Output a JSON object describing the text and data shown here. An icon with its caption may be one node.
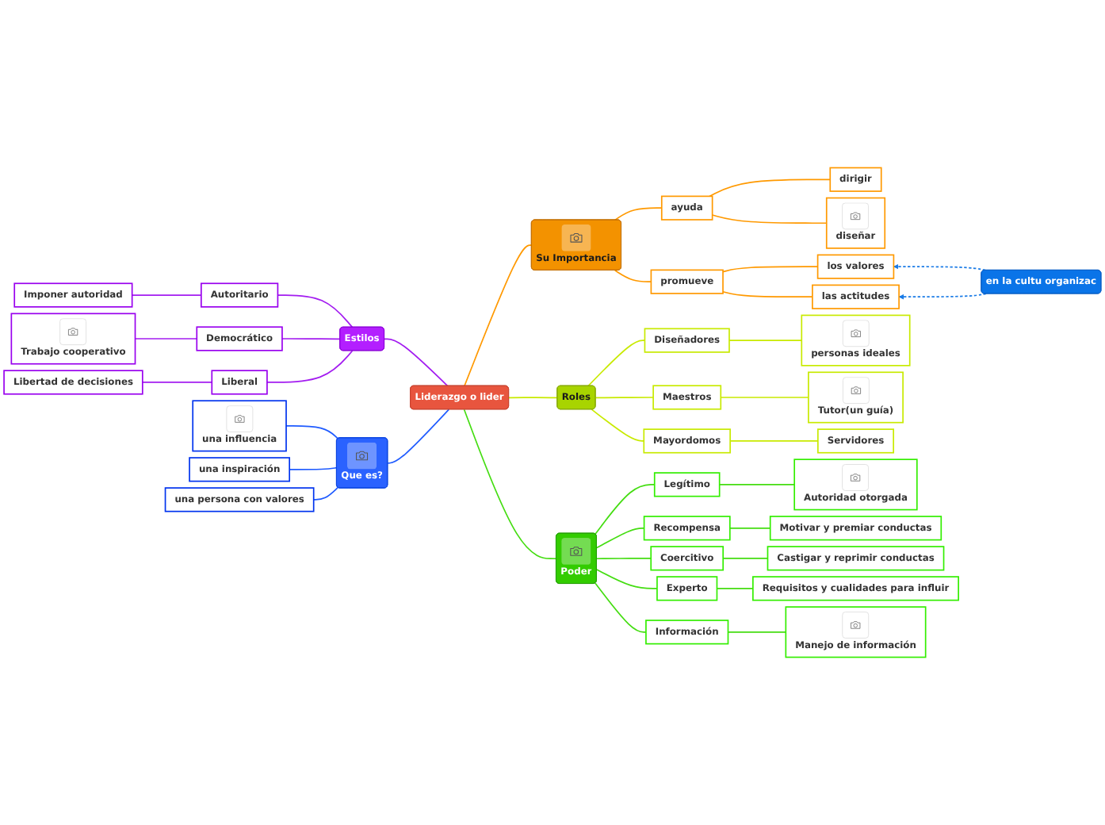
{
  "diagram": {
    "nodes": [
      {
        "text": [
          "Liderazgo o lider"
        ]
      },
      {
        "text": [
          "Su Importancia"
        ]
      },
      {
        "text": [
          "ayuda"
        ]
      },
      {
        "text": [
          "dirigir"
        ]
      },
      {
        "text": [
          "diseñar"
        ]
      },
      {
        "text": [
          "promueve"
        ]
      },
      {
        "text": [
          "los valores"
        ]
      },
      {
        "text": [
          "las actitudes"
        ]
      },
      {
        "text": [
          "en la cultu organizac"
        ]
      },
      {
        "text": [
          "Roles"
        ]
      },
      {
        "text": [
          "Diseñadores"
        ]
      },
      {
        "text": [
          "personas ideales"
        ]
      },
      {
        "text": [
          "Maestros"
        ]
      },
      {
        "text": [
          "Tutor(un guía)"
        ]
      },
      {
        "text": [
          "Mayordomos"
        ]
      },
      {
        "text": [
          "Servidores"
        ]
      },
      {
        "text": [
          "Poder"
        ]
      },
      {
        "text": [
          "Legítimo"
        ]
      },
      {
        "text": [
          "Autoridad otorgada"
        ]
      },
      {
        "text": [
          "Recompensa"
        ]
      },
      {
        "text": [
          "Motivar y premiar conductas"
        ]
      },
      {
        "text": [
          "Coercitivo"
        ]
      },
      {
        "text": [
          "Castigar y reprimir conductas"
        ]
      },
      {
        "text": [
          "Experto"
        ]
      },
      {
        "text": [
          "Requisitos y cualidades para influir"
        ]
      },
      {
        "text": [
          "Información"
        ]
      },
      {
        "text": [
          "Manejo de información"
        ]
      },
      {
        "text": [
          "Estilos"
        ]
      },
      {
        "text": [
          "Autoritario"
        ]
      },
      {
        "text": [
          "Imponer autoridad"
        ]
      },
      {
        "text": [
          "Democrático"
        ]
      },
      {
        "text": [
          "Trabajo cooperativo"
        ]
      },
      {
        "text": [
          "Liberal"
        ]
      },
      {
        "text": [
          "Libertad de decisiones"
        ]
      },
      {
        "text": [
          "Que es?"
        ]
      },
      {
        "text": [
          "una influencia"
        ]
      },
      {
        "text": [
          "una inspiración"
        ]
      },
      {
        "text": [
          "una persona con valores"
        ]
      }
    ],
    "edges": [
      {
        "from": 0,
        "to": 1,
        "arrow": "none",
        "color": "#ff9900"
      },
      {
        "from": 1,
        "to": 2,
        "arrow": "none",
        "color": "#ff9900"
      },
      {
        "from": 2,
        "to": 3,
        "arrow": "none",
        "color": "#ff9900"
      },
      {
        "from": 2,
        "to": 4,
        "arrow": "none",
        "color": "#ff9900"
      },
      {
        "from": 1,
        "to": 5,
        "arrow": "none",
        "color": "#ff9900"
      },
      {
        "from": 5,
        "to": 6,
        "arrow": "none",
        "color": "#ff9900"
      },
      {
        "from": 5,
        "to": 7,
        "arrow": "none",
        "color": "#ff9900"
      },
      {
        "from": 8,
        "to": 6,
        "arrow": "to",
        "style": "dashed",
        "color": "#1a7be6"
      },
      {
        "from": 8,
        "to": 7,
        "arrow": "to",
        "style": "dashed",
        "color": "#1a7be6"
      },
      {
        "from": 0,
        "to": 9,
        "arrow": "none",
        "color": "#c8ea00"
      },
      {
        "from": 9,
        "to": 10,
        "arrow": "none",
        "color": "#c8ea00"
      },
      {
        "from": 10,
        "to": 11,
        "arrow": "none",
        "color": "#c8ea00"
      },
      {
        "from": 9,
        "to": 12,
        "arrow": "none",
        "color": "#c8ea00"
      },
      {
        "from": 12,
        "to": 13,
        "arrow": "none",
        "color": "#c8ea00"
      },
      {
        "from": 9,
        "to": 14,
        "arrow": "none",
        "color": "#c8ea00"
      },
      {
        "from": 14,
        "to": 15,
        "arrow": "none",
        "color": "#c8ea00"
      },
      {
        "from": 0,
        "to": 16,
        "arrow": "none"
      },
      {
        "from": 16,
        "to": 17,
        "arrow": "none"
      },
      {
        "from": 17,
        "to": 18,
        "arrow": "none"
      },
      {
        "from": 16,
        "to": 19,
        "arrow": "none"
      },
      {
        "from": 19,
        "to": 20,
        "arrow": "none"
      },
      {
        "from": 16,
        "to": 21,
        "arrow": "none"
      },
      {
        "from": 21,
        "to": 22,
        "arrow": "none"
      },
      {
        "from": 16,
        "to": 23,
        "arrow": "none"
      },
      {
        "from": 23,
        "to": 24,
        "arrow": "none"
      },
      {
        "from": 16,
        "to": 25,
        "arrow": "none"
      },
      {
        "from": 25,
        "to": 26,
        "arrow": "none"
      },
      {
        "from": 0,
        "to": 27,
        "arrow": "none",
        "color": "#a31cf0"
      },
      {
        "from": 27,
        "to": 28,
        "arrow": "none",
        "color": "#a31cf0"
      },
      {
        "from": 28,
        "to": 29,
        "arrow": "none",
        "color": "#a31cf0"
      },
      {
        "from": 27,
        "to": 30,
        "arrow": "none",
        "color": "#a31cf0"
      },
      {
        "from": 30,
        "to": 31,
        "arrow": "none",
        "color": "#a31cf0"
      },
      {
        "from": 27,
        "to": 32,
        "arrow": "none",
        "color": "#a31cf0"
      },
      {
        "from": 32,
        "to": 33,
        "arrow": "none",
        "color": "#a31cf0"
      },
      {
        "from": 0,
        "to": 34,
        "arrow": "none",
        "color": "#1f5bff"
      },
      {
        "from": 34,
        "to": 35,
        "arrow": "none",
        "color": "#1f5bff"
      },
      {
        "from": 34,
        "to": 36,
        "arrow": "none",
        "color": "#1f5bff"
      },
      {
        "from": 34,
        "to": 37,
        "arrow": "none",
        "color": "#1f5bff"
      }
    ]
  }
}
